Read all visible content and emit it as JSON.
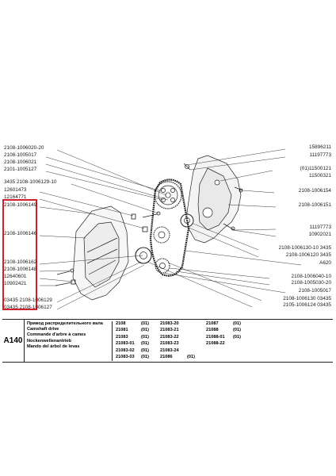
{
  "left_labels": [
    {
      "text": "2108-1006020-20",
      "row": 186
    },
    {
      "text": "2108-1005017",
      "row": 195
    },
    {
      "text": "2108-1006021",
      "row": 204
    },
    {
      "text": "2101-1005127",
      "row": 213
    },
    {
      "text": "3435  2108-1006129-10",
      "row": 229
    },
    {
      "text": "12601473",
      "row": 239
    },
    {
      "text": "12164771",
      "row": 248
    },
    {
      "text": "2108-1006149",
      "row": 258
    },
    {
      "text": "2108-1006146",
      "row": 294
    },
    {
      "text": "2108-1006162",
      "row": 330
    },
    {
      "text": "2108-1006148",
      "row": 339
    },
    {
      "text": "12640601",
      "row": 348
    },
    {
      "text": "10902421",
      "row": 357
    },
    {
      "text": "03435  2108-1006129",
      "row": 378
    },
    {
      "text": "03435  2108-1006127",
      "row": 387
    }
  ],
  "right_labels": [
    {
      "text": "15896211",
      "row": 185
    },
    {
      "text": "11197773",
      "row": 195
    },
    {
      "text": "(01)11500121",
      "row": 212
    },
    {
      "text": "11500321",
      "row": 221
    },
    {
      "text": "2108-1006154",
      "row": 240
    },
    {
      "text": "2108-1006151",
      "row": 258
    },
    {
      "text": "11197773",
      "row": 286
    },
    {
      "text": "10902021",
      "row": 295
    },
    {
      "text": "2108-1006130-10  3435",
      "row": 312
    },
    {
      "text": "2108-1006120  3435",
      "row": 321
    },
    {
      "text": "A620",
      "row": 331
    },
    {
      "text": "2108-1006040-10",
      "row": 348
    },
    {
      "text": "2108-1005030-20",
      "row": 356
    },
    {
      "text": "2108-1005017",
      "row": 366
    },
    {
      "text": "2105-1006124  03435",
      "row": 384
    },
    {
      "text": "2108-1006130  03435",
      "row": 376
    }
  ],
  "caption": {
    "code": "A140",
    "descriptions": [
      "Привод распределительного вала",
      "Camshaft drive",
      "Commande d'arbre à cames",
      "Nockenwellenantrieb",
      "Mando del árbol de levas"
    ],
    "models": [
      [
        "2108",
        "(01)",
        "21083-20",
        "",
        "21087",
        "(01)"
      ],
      [
        "21081",
        "(01)",
        "21083-21",
        "",
        "21088",
        "(01)"
      ],
      [
        "21083",
        "(01)",
        "21083-22",
        "",
        "21088-01",
        "(01)"
      ],
      [
        "21083-01",
        "(01)",
        "21083-23",
        "",
        "21088-22",
        ""
      ],
      [
        "21083-02",
        "(01)",
        "21083-24",
        "",
        "",
        ""
      ],
      [
        "21083-03",
        "(01)",
        "21086",
        "(01)",
        "",
        ""
      ]
    ]
  },
  "colors": {
    "highlight": "#d11f2b",
    "ink": "#222222"
  }
}
